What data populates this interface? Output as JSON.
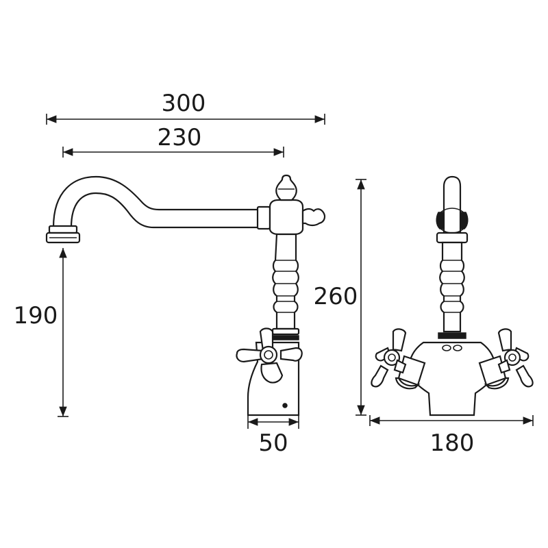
{
  "dimensions": {
    "overall_length": "300",
    "spout_reach": "230",
    "spout_height": "190",
    "overall_height": "260",
    "body_width": "50",
    "overall_width": "180"
  },
  "colors": {
    "ink": "#1a1a1a",
    "background": "#ffffff"
  }
}
